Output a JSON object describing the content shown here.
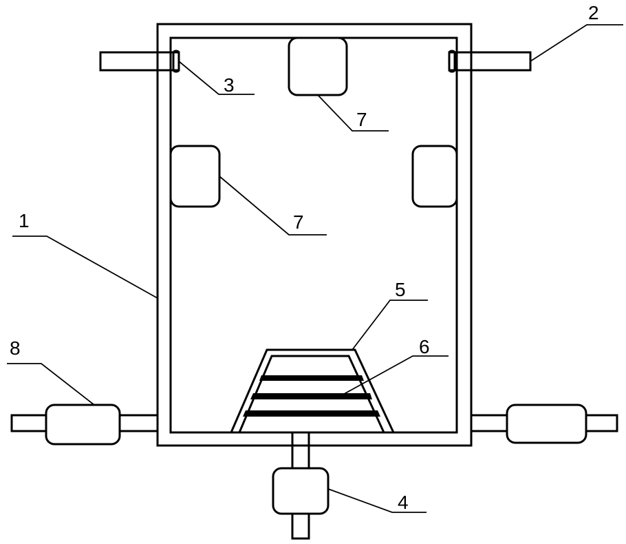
{
  "labels": {
    "l1": "1",
    "l2": "2",
    "l3": "3",
    "l4": "4",
    "l5": "5",
    "l6": "6",
    "l7a": "7",
    "l7b": "7",
    "l8": "8"
  }
}
